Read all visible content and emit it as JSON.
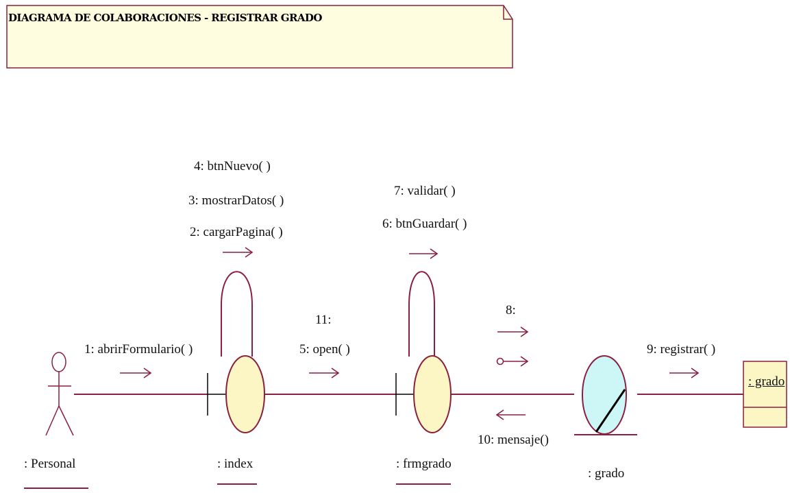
{
  "note": {
    "title": "DIAGRAMA DE COLABORACIONES - REGISTRAR GRADO"
  },
  "objects": {
    "personal": ": Personal",
    "index": ": index",
    "frmgrado": ": frmgrado",
    "grado_entity": ": grado",
    "grado_class": ": grado"
  },
  "messages": {
    "m1": "1: abrirFormulario( )",
    "m4": "4: btnNuevo( )",
    "m3": "3: mostrarDatos( )",
    "m2": "2: cargarPagina( )",
    "m11": "11:",
    "m5": "5: open( )",
    "m7": "7: validar( )",
    "m6": "6: btnGuardar( )",
    "m8": "8:",
    "m9": "9: registrar( )",
    "m10": "10: mensaje()"
  },
  "colors": {
    "line": "#8b1f3f",
    "note_fill": "#fffde0",
    "object_fill": "#fbf6c4",
    "entity_fill": "#cdf7f7"
  }
}
